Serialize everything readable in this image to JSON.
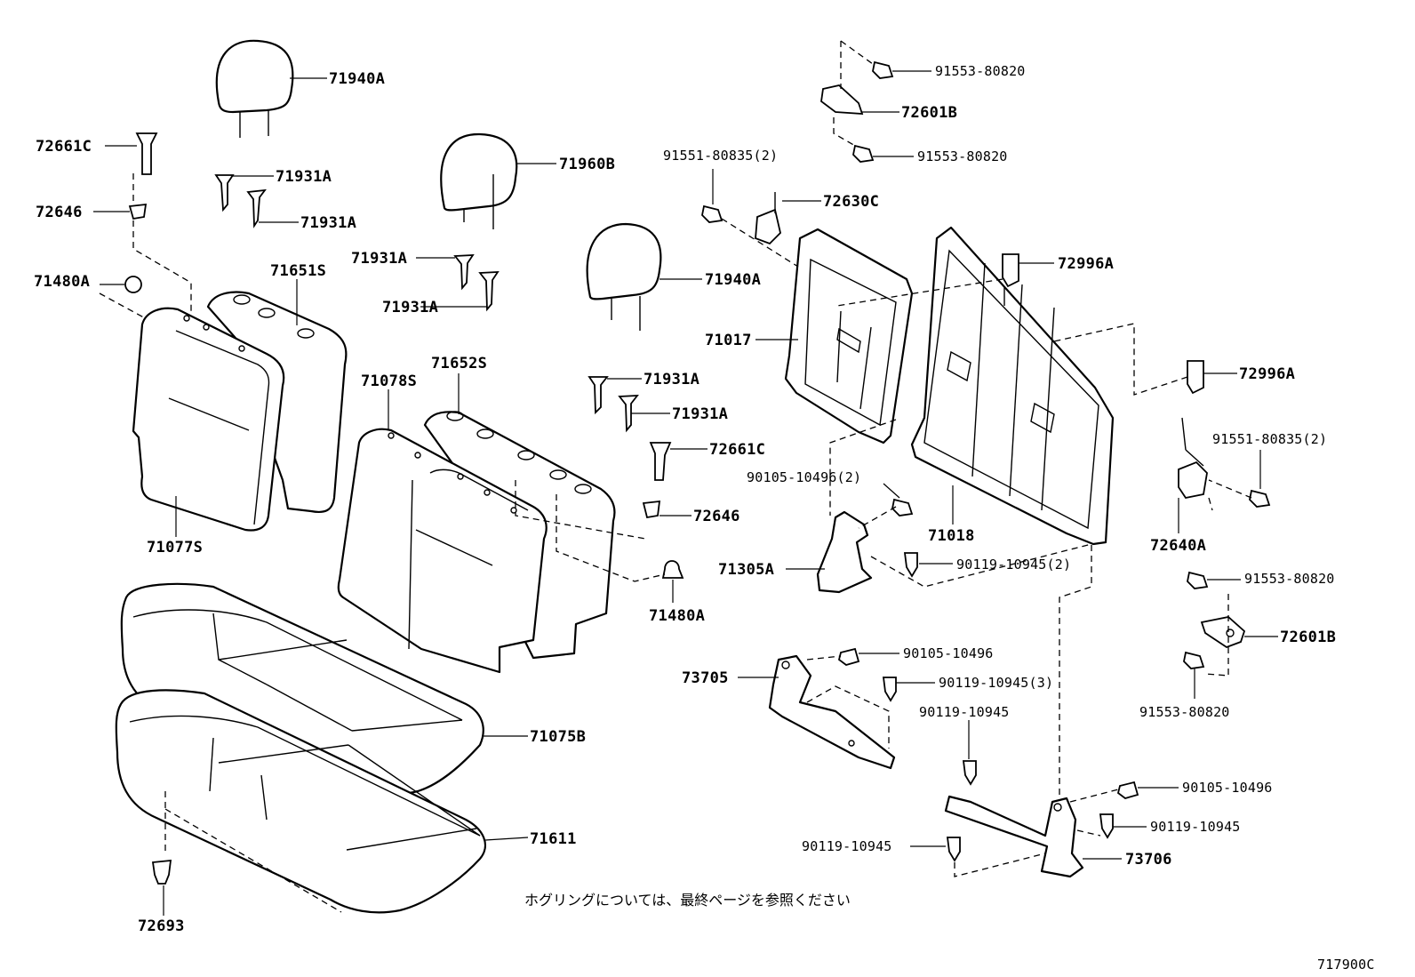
{
  "labels": {
    "headrest_top": "71940A",
    "headrest_mid": "71940A",
    "headrest_center": "71960B",
    "guide_1": "71931A",
    "guide_2": "71931A",
    "guide_3": "71931A",
    "guide_4": "71931A",
    "guide_5": "71931A",
    "guide_6": "71931A",
    "knob_left": "72661C",
    "knob_right": "72661C",
    "bezel_left": "72646",
    "bezel_right": "72646",
    "cap_left": "71480A",
    "cap_right": "71480A",
    "back_cover_left": "71651S",
    "back_pad_left": "71077S",
    "back_pad_right": "71078S",
    "back_cover_right": "71652S",
    "cushion_cover": "71075B",
    "cushion_pad": "71611",
    "clip": "72693",
    "frame_left": "71017",
    "frame_right": "71018",
    "hinge_bracket": "72630C",
    "lock_striker_1": "72996A",
    "lock_striker_2": "72996A",
    "bolt_top_1": "91553-80820",
    "bolt_top_2": "91553-80820",
    "bolt_right_1": "91553-80820",
    "bolt_right_2": "91553-80820",
    "bracket_top": "72601B",
    "bracket_right": "72601B",
    "bolt_915_left": "91551-80835(2)",
    "bolt_915_right": "91551-80835(2)",
    "lock_assy": "72640A",
    "bolt_90105_a": "90105-10496(2)",
    "bolt_90105_b": "90105-10496",
    "bolt_90105_c": "90105-10496",
    "bolt_90119_a": "90119-10945(2)",
    "bolt_90119_b": "90119-10945(3)",
    "bolt_90119_c": "90119-10945",
    "bolt_90119_d": "90119-10945",
    "bolt_90119_e": "90119-10945",
    "hinge_support": "71305A",
    "hinge_left": "73705",
    "hinge_right": "73706"
  },
  "note": "ホグリングについては、最終ページを参照ください",
  "figure_code": "717900C"
}
